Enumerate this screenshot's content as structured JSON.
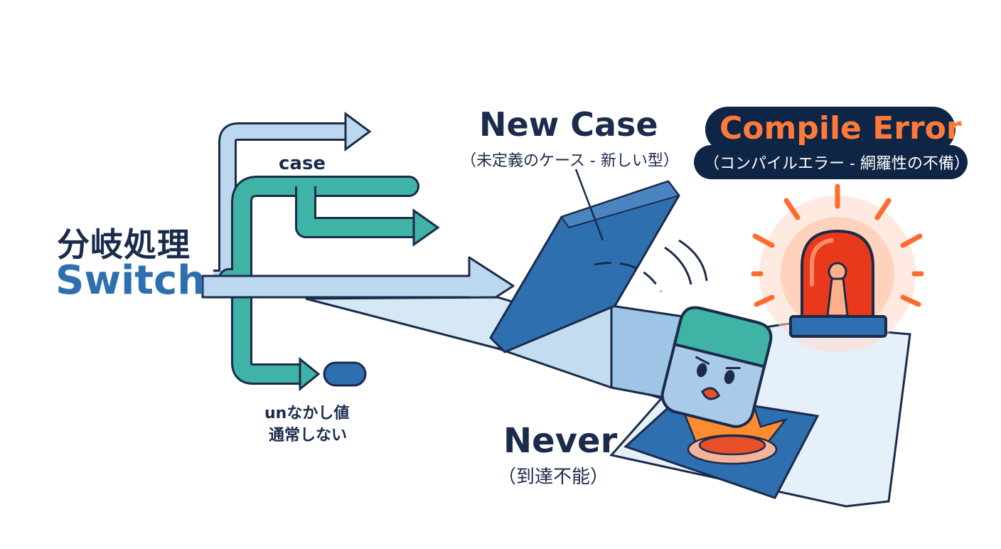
{
  "labels": {
    "branch_title": "分岐処理",
    "switch": "Switch",
    "case": "case",
    "unreachable_line1": "unなかし値",
    "unreachable_line2": "通常しない",
    "new_case_title": "New Case",
    "new_case_sub": "（未定義のケース - 新しい型）",
    "compile_error_title": "Compile Error",
    "compile_error_sub": "（コンパイルエラー - 網羅性の不備）",
    "never_title": "Never",
    "never_sub": "（到達不能）"
  },
  "colors": {
    "light_blue": "#bcd8ee",
    "teal": "#3fb3a6",
    "dark_blue": "#2e6fb0",
    "navy": "#1b2b4b",
    "alarm_red": "#e8391c",
    "alarm_orange": "#ff7a3a"
  },
  "icons": {
    "alarm": "warning-siren-icon",
    "box": "sealed-box-icon",
    "character": "worried-block-icon"
  }
}
